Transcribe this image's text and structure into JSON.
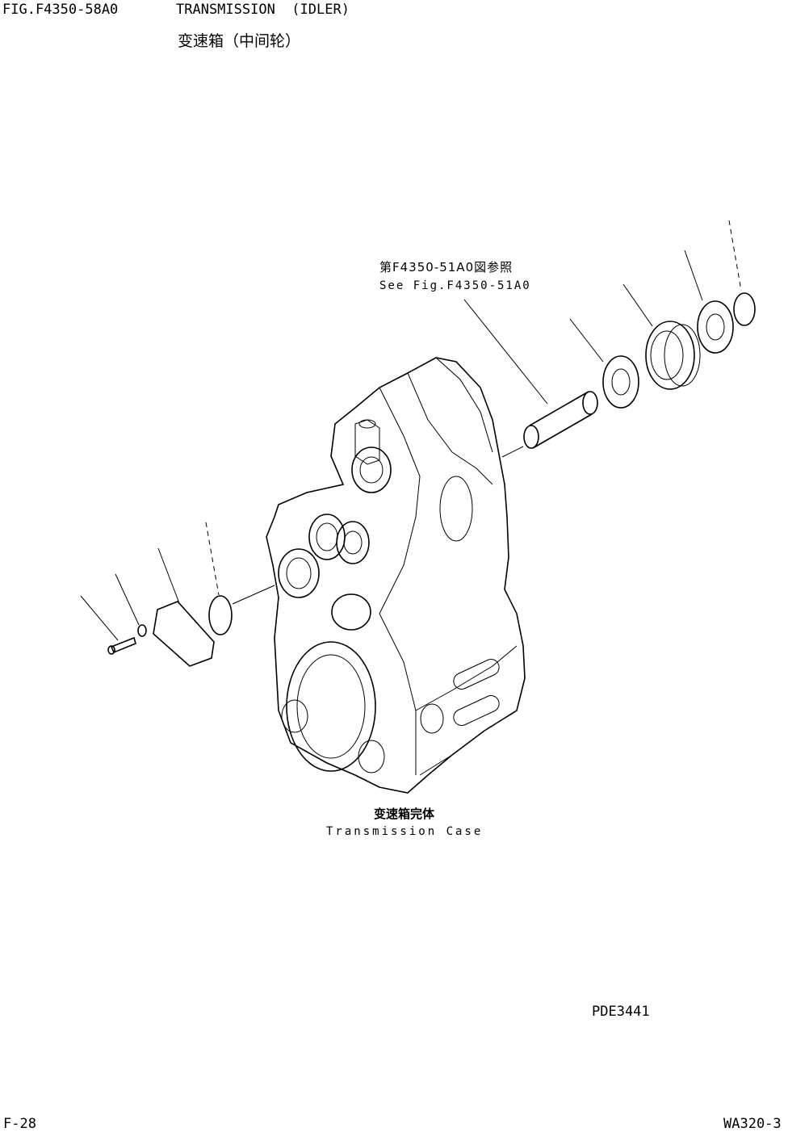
{
  "header": {
    "figure_id": "FIG.F4350-58A0",
    "title_en": "TRANSMISSION  (IDLER)",
    "title_zh": "变速箱（中间轮）"
  },
  "callouts": {
    "reference_zh": "第F4350-51A0図参照",
    "reference_en": "See Fig.F4350-51A0",
    "case_zh": "变速箱完体",
    "case_en": "Transmission Case"
  },
  "footer": {
    "drawing_no": "PDE3441",
    "page_no": "F-28",
    "model": "WA320-3"
  }
}
